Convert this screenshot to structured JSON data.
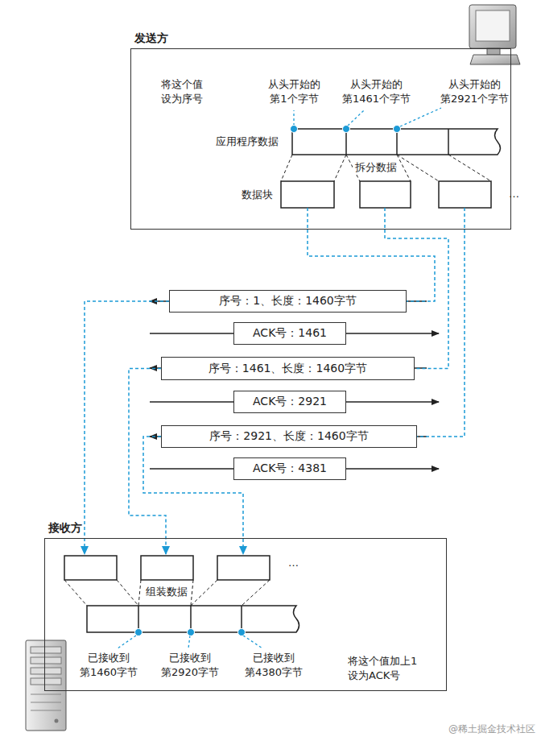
{
  "diagram": {
    "nodes": [
      {
        "text": [
          "发送方"
        ]
      },
      {
        "text": [
          "序号：1、长度：1460字节"
        ]
      },
      {
        "text": [
          "ACK号：1461"
        ]
      },
      {
        "text": [
          "序号：1461、长度：1460字节"
        ]
      },
      {
        "text": [
          "ACK号：2921"
        ]
      },
      {
        "text": [
          "序号：2921、长度：1460字节"
        ]
      },
      {
        "text": [
          "ACK号：4381"
        ]
      },
      {
        "text": [
          "接收方"
        ]
      }
    ],
    "edges": [
      {
        "from": 0,
        "to": 1,
        "arrow": "none"
      },
      {
        "from": 1,
        "to": 7,
        "arrow": "to"
      },
      {
        "from": 0,
        "to": 3,
        "arrow": "none"
      },
      {
        "from": 3,
        "to": 7,
        "arrow": "to"
      },
      {
        "from": 0,
        "to": 5,
        "arrow": "none"
      },
      {
        "from": 5,
        "to": 7,
        "arrow": "to"
      }
    ],
    "labels": [
      "将这个值 设为序号",
      "从头开始的 第1个字节",
      "从头开始的 第1461个字节",
      "从头开始的 第2921个字节",
      "应用程序数据",
      "拆分数据",
      "数据块",
      "…",
      "组装数据",
      "…",
      "已接收到 第1460字节",
      "已接收到 第2920字节",
      "已接收到 第4380字节",
      "将这个值加上1 设为ACK号",
      "@稀土掘金技术社区"
    ]
  }
}
